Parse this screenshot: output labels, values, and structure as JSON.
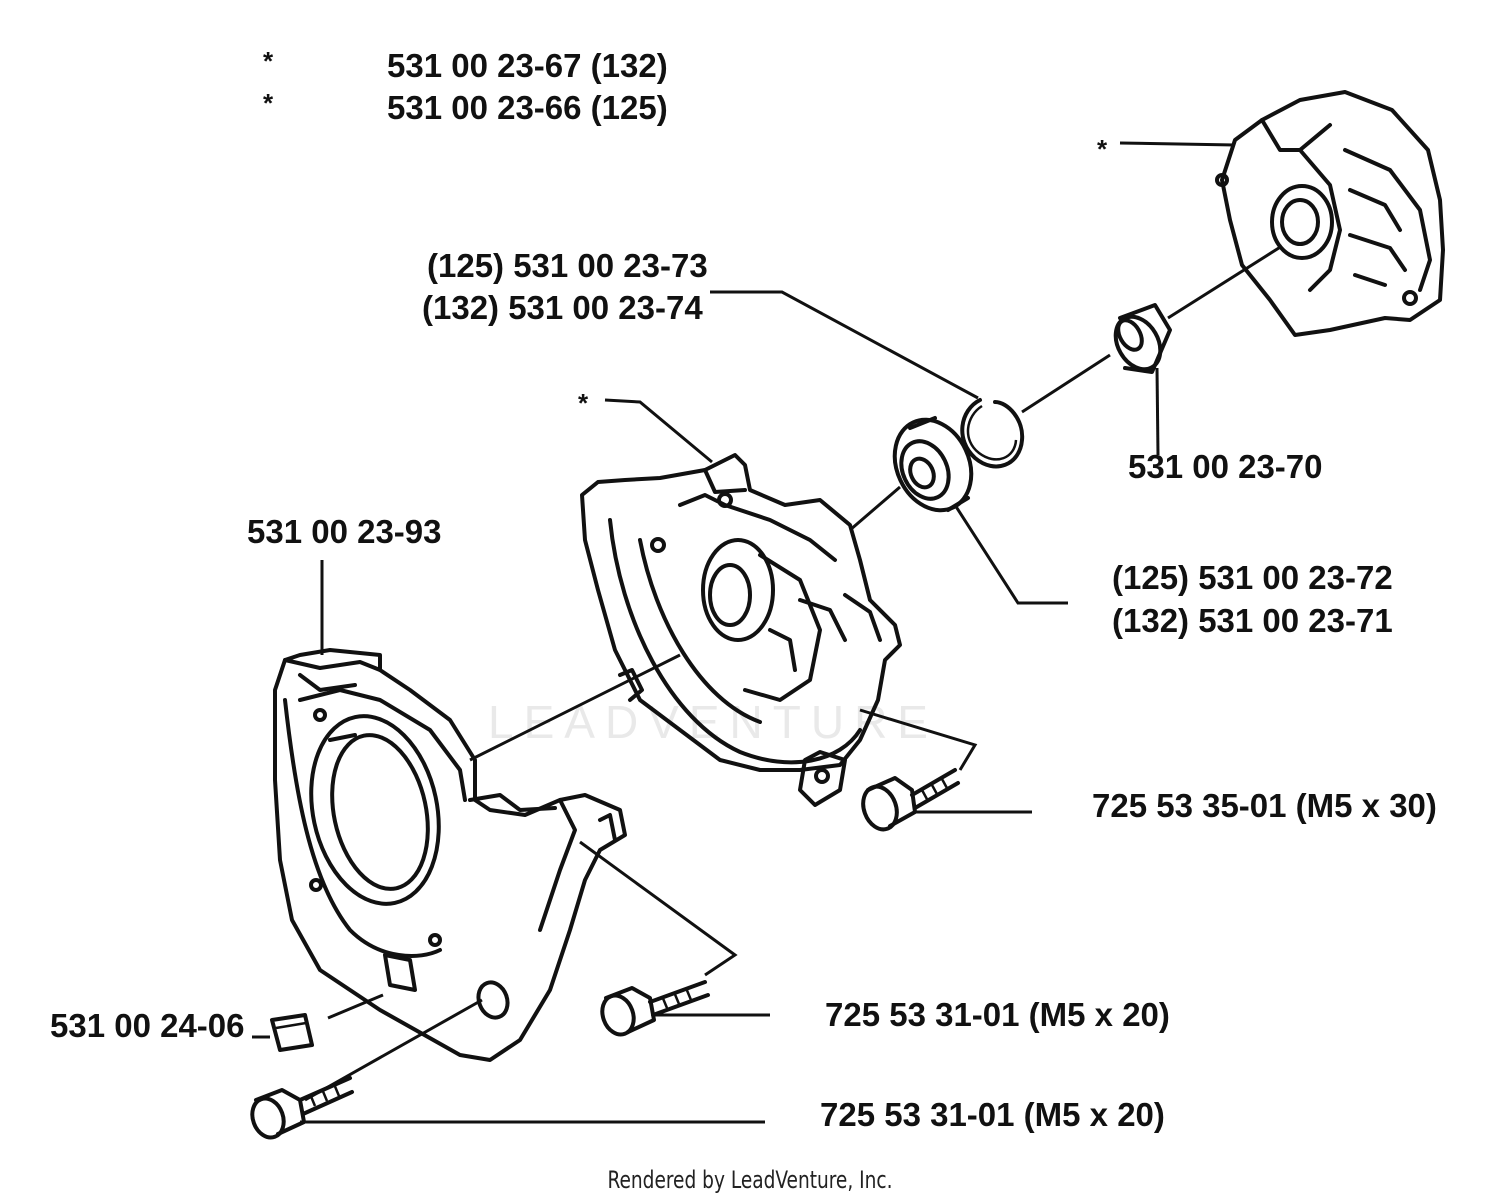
{
  "header_notes": [
    {
      "marker": "*",
      "text": "531 00 23-67 (132)"
    },
    {
      "marker": "*",
      "text": "531 00 23-66 (125)"
    }
  ],
  "callouts": {
    "circlip_line1": "(125) 531 00 23-73",
    "circlip_line2": "(132)  531 00 23-74",
    "seal": "531 00 23-70",
    "bearing_line1": "(125) 531 00 23-72",
    "bearing_line2": "(132) 531 00 23-71",
    "cover": "531 00 23-93",
    "screw_m5x30": "725 53 35-01 (M5 x 30)",
    "screw_m5x20_a": "725 53 31-01 (M5 x 20)",
    "screw_m5x20_b": "725 53 31-01 (M5 x 20)",
    "small_part": "531 00 24-06",
    "star_right": "*",
    "star_center": "*"
  },
  "watermark": "LEADVENTURE",
  "footer": "Rendered by LeadVenture, Inc."
}
